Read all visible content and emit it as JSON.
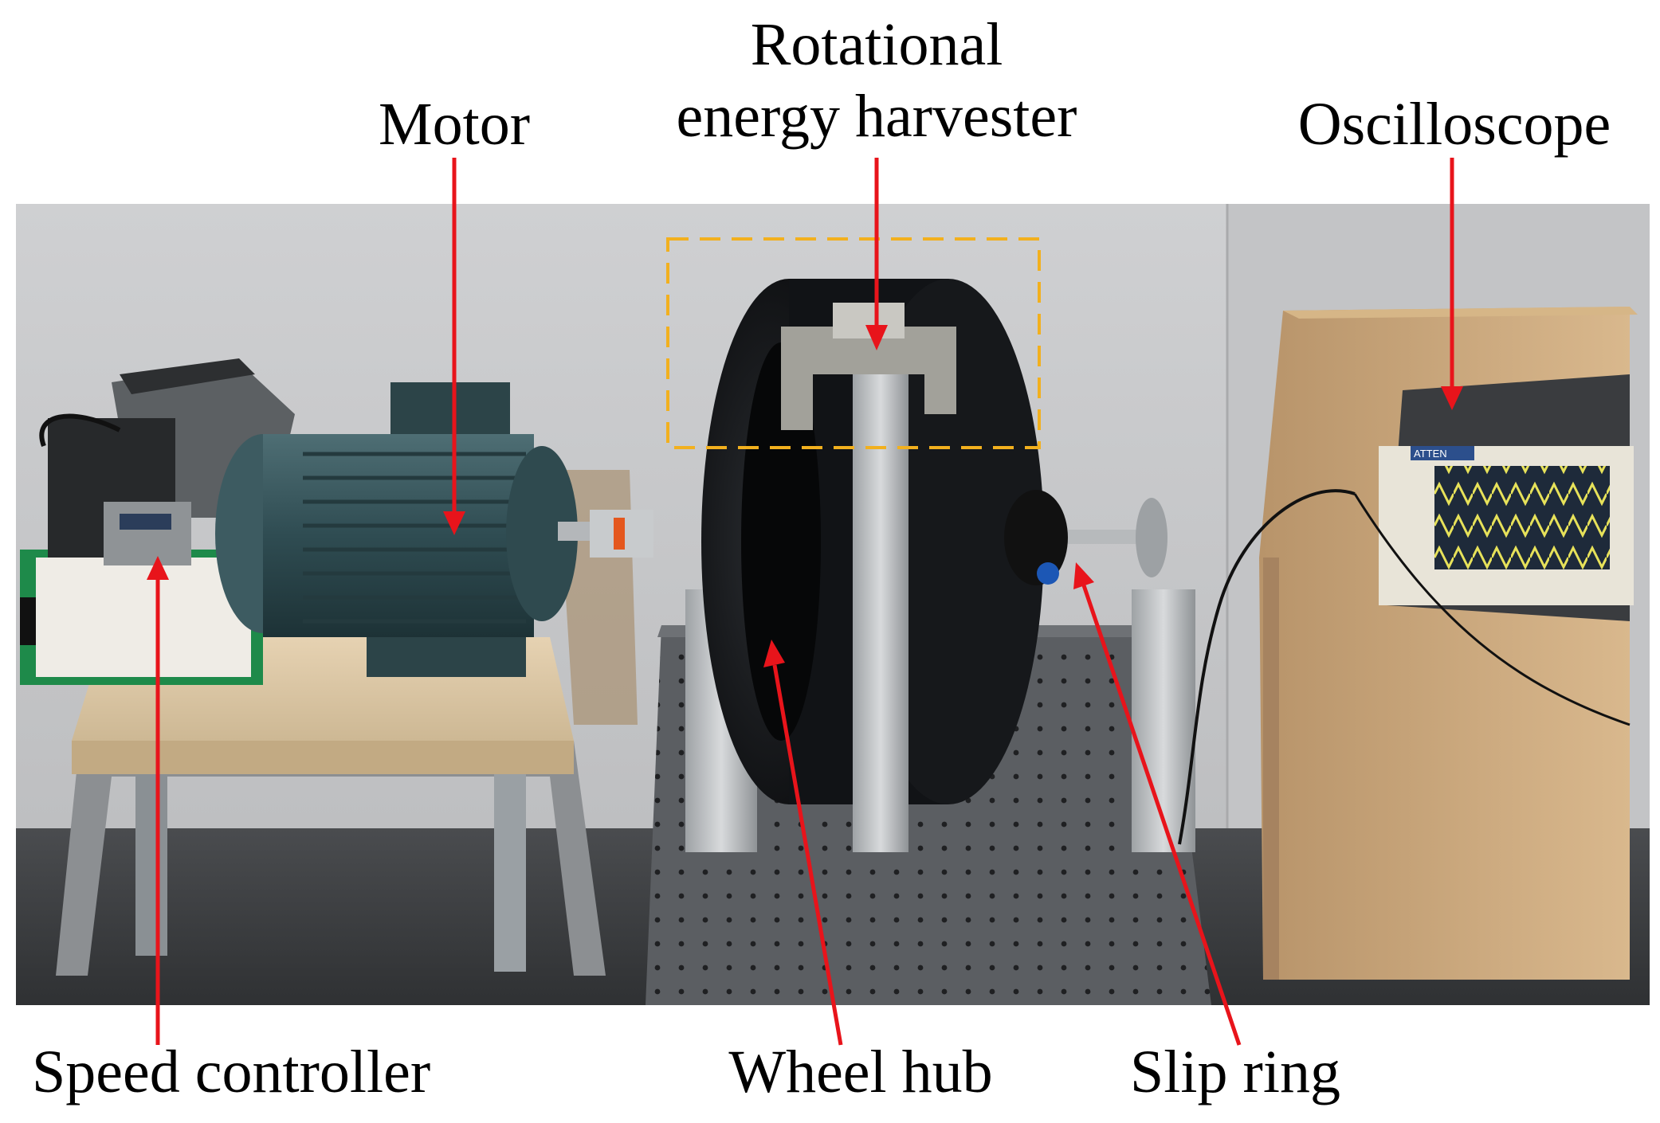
{
  "labels": {
    "rotational_line1": "Rotational",
    "rotational_line2": "energy harvester",
    "motor": "Motor",
    "oscilloscope": "Oscilloscope",
    "speed_controller": "Speed controller",
    "wheel_hub": "Wheel hub",
    "slip_ring": "Slip ring"
  },
  "instrument": {
    "brand": "ATTEN"
  },
  "colors": {
    "arrow": "#e8141b",
    "highlight_box": "#f2b01e"
  }
}
